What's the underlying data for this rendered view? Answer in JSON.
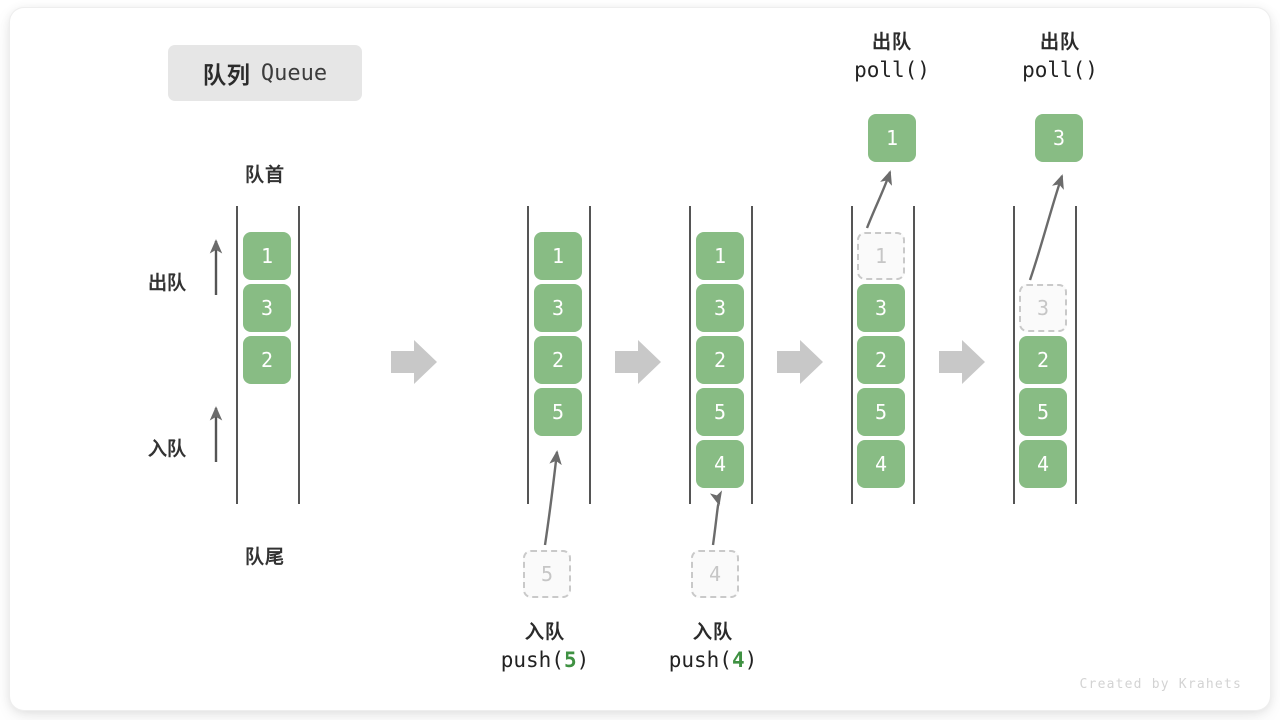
{
  "title": {
    "cn": "队列",
    "en": "Queue"
  },
  "watermark": "Created by Krahets",
  "labels": {
    "front": "队首",
    "rear": "队尾",
    "dequeue": "出队",
    "enqueue": "入队"
  },
  "colors": {
    "cell_fill": "#88bc84",
    "cell_text": "#ffffff",
    "ghost_border": "#c9c9c9",
    "ghost_text": "#c6c6c6",
    "rail": "#555555",
    "transition_arrow": "#c8c8c8",
    "code_accent": "#3f9142",
    "badge_bg": "#e6e6e6"
  },
  "columns": [
    {
      "id": "state-initial",
      "cells": [
        "1",
        "3",
        "2"
      ]
    },
    {
      "id": "state-push-5",
      "cells": [
        "1",
        "3",
        "2",
        "5"
      ]
    },
    {
      "id": "state-push-4",
      "cells": [
        "1",
        "3",
        "2",
        "5",
        "4"
      ]
    },
    {
      "id": "state-poll-1",
      "cells": [
        "1",
        "3",
        "2",
        "5",
        "4"
      ],
      "ghost_index": 0
    },
    {
      "id": "state-poll-3",
      "cells": [
        "",
        "3",
        "2",
        "5",
        "4"
      ],
      "ghost_index": 1
    }
  ],
  "operations": {
    "push_5": {
      "cn": "入队",
      "code_prefix": "push(",
      "code_num": "5",
      "code_suffix": ")",
      "ghost_value": "5"
    },
    "push_4": {
      "cn": "入队",
      "code_prefix": "push(",
      "code_num": "4",
      "code_suffix": ")",
      "ghost_value": "4"
    },
    "poll_1": {
      "cn": "出队",
      "code_prefix": "poll(",
      "code_num": "",
      "code_suffix": ")",
      "result_value": "1"
    },
    "poll_3": {
      "cn": "出队",
      "code_prefix": "poll(",
      "code_num": "",
      "code_suffix": ")",
      "result_value": "3"
    }
  },
  "transitions": [
    "transition-arrow-1",
    "transition-arrow-2",
    "transition-arrow-3",
    "transition-arrow-4"
  ]
}
